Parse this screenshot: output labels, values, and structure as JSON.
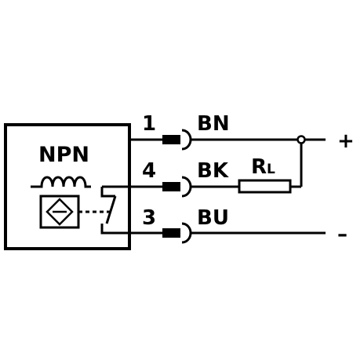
{
  "sensor": {
    "type_label": "NPN"
  },
  "pins": [
    {
      "number": "1",
      "wire": "BN"
    },
    {
      "number": "4",
      "wire": "BK"
    },
    {
      "number": "3",
      "wire": "BU"
    }
  ],
  "load": {
    "label_main": "R",
    "label_sub": "L"
  },
  "supply": {
    "positive": "+",
    "negative": "–"
  },
  "colors": {
    "line": "#000000",
    "background": "#ffffff"
  }
}
